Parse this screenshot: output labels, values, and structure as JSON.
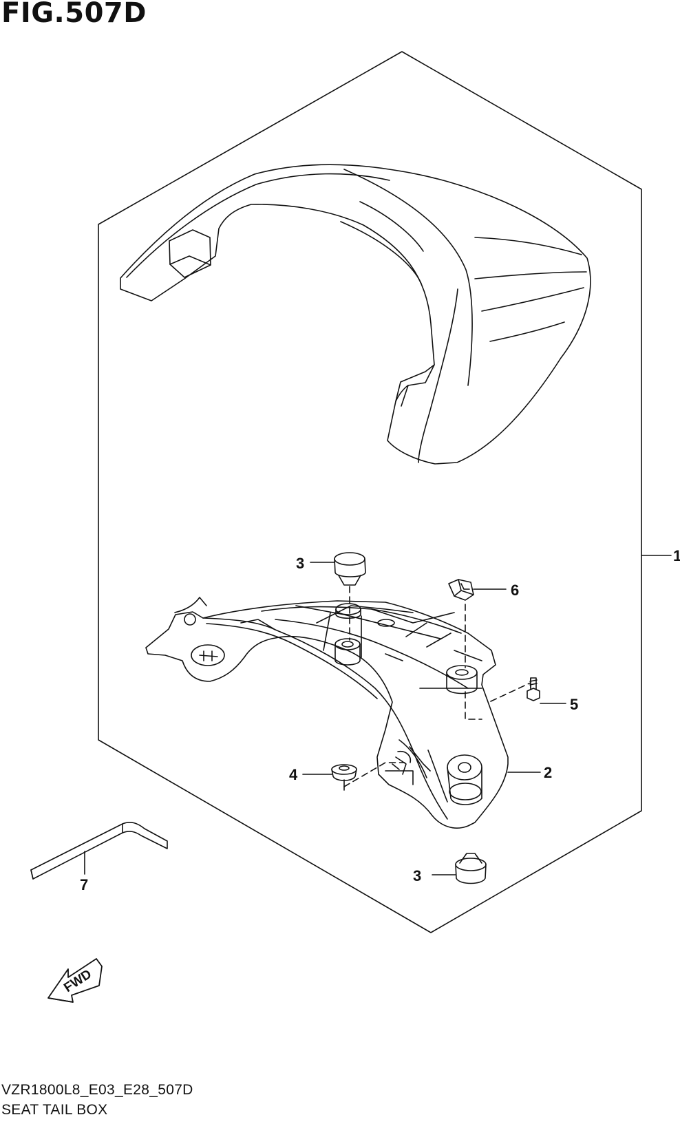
{
  "figure": {
    "title": "FIG.507D",
    "code": "VZR1800L8_E03_E28_507D",
    "name": "SEAT TAIL BOX"
  },
  "callouts": [
    {
      "id": "1",
      "label": "1"
    },
    {
      "id": "2",
      "label": "2"
    },
    {
      "id": "3a",
      "label": "3"
    },
    {
      "id": "3b",
      "label": "3"
    },
    {
      "id": "4",
      "label": "4"
    },
    {
      "id": "5",
      "label": "5"
    },
    {
      "id": "6",
      "label": "6"
    },
    {
      "id": "7",
      "label": "7"
    }
  ],
  "direction_indicator": {
    "label": "FWD",
    "icon": "fwd-arrow-icon"
  },
  "colors": {
    "line": "#111111",
    "background": "#ffffff"
  }
}
